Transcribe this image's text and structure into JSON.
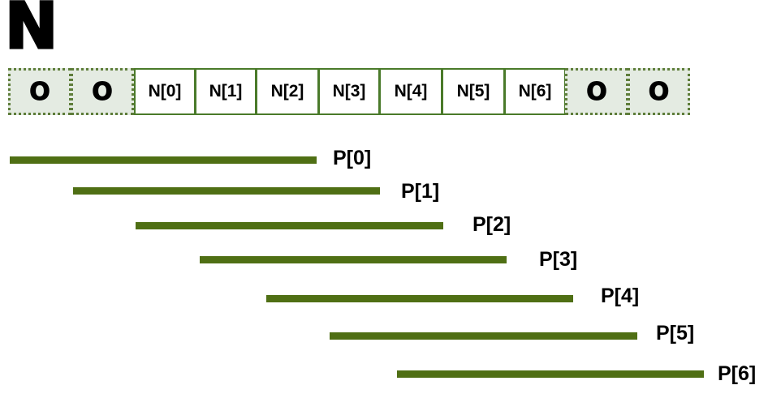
{
  "title": "N",
  "array": {
    "cells": [
      {
        "kind": "pad",
        "label": "O"
      },
      {
        "kind": "pad",
        "label": "O"
      },
      {
        "kind": "data",
        "label": "N[0]"
      },
      {
        "kind": "data",
        "label": "N[1]"
      },
      {
        "kind": "data",
        "label": "N[2]"
      },
      {
        "kind": "data",
        "label": "N[3]"
      },
      {
        "kind": "data",
        "label": "N[4]"
      },
      {
        "kind": "data",
        "label": "N[5]"
      },
      {
        "kind": "data",
        "label": "N[6]"
      },
      {
        "kind": "pad",
        "label": "O"
      },
      {
        "kind": "pad",
        "label": "O"
      }
    ]
  },
  "partials": [
    {
      "label": "P[0]"
    },
    {
      "label": "P[1]"
    },
    {
      "label": "P[2]"
    },
    {
      "label": "P[3]"
    },
    {
      "label": "P[4]"
    },
    {
      "label": "P[5]"
    },
    {
      "label": "P[6]"
    }
  ],
  "colors": {
    "bar": "#4f6f14",
    "cell_border": "#4a7a2a",
    "pad_fill": "#e4ebe2"
  }
}
